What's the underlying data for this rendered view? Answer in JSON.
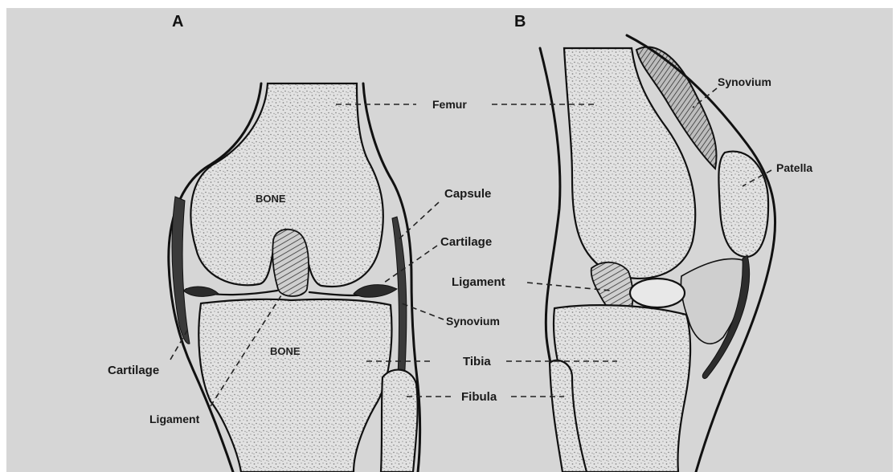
{
  "panels": {
    "a": "A",
    "b": "B"
  },
  "panel_a": {
    "bone_upper": "BONE",
    "bone_lower": "BONE",
    "labels": {
      "capsule": "Capsule",
      "cartilage_right": "Cartilage",
      "synovium": "Synovium",
      "cartilage_left": "Cartilage",
      "ligament": "Ligament"
    }
  },
  "panel_b": {
    "labels": {
      "synovium": "Synovium",
      "patella": "Patella",
      "ligament": "Ligament"
    }
  },
  "shared_labels": {
    "femur": "Femur",
    "tibia": "Tibia",
    "fibula": "Fibula"
  },
  "colors": {
    "background": "#d6d6d6",
    "bone_fill": "#e4e4e4",
    "stipple": "#8a8a8a",
    "ink": "#111111"
  }
}
